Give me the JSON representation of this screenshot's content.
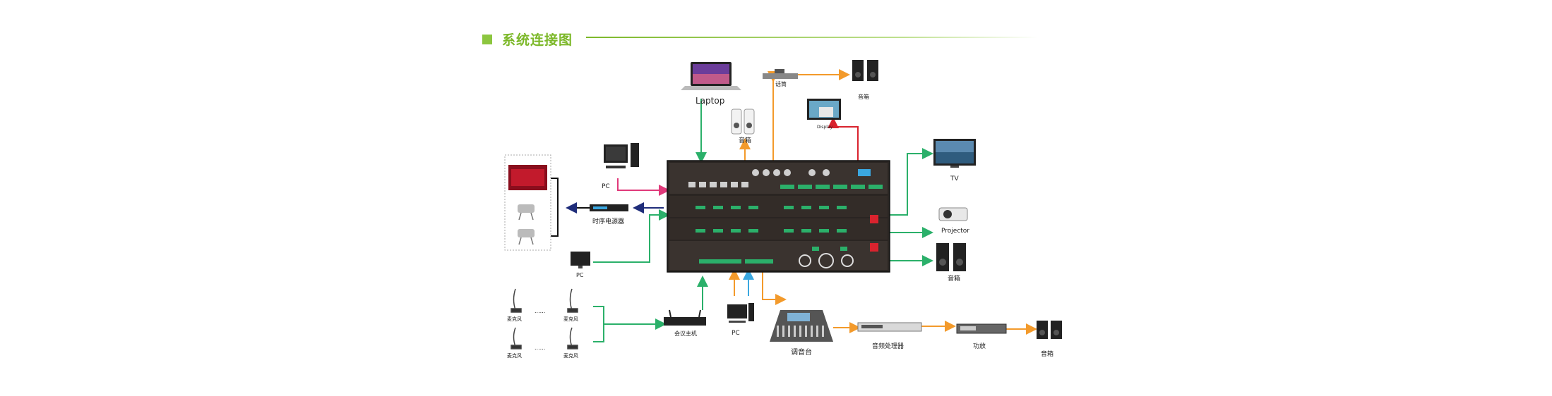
{
  "header": {
    "title": "系统连接图"
  },
  "devices": {
    "laptop": "Laptop",
    "mic_top": "话筒",
    "speaker_top_right": "音箱",
    "speaker_top_center": "音箱",
    "display": "Display",
    "pc_left": "PC",
    "sequencer": "时序电源器",
    "pc_lower_left": "PC",
    "tv": "TV",
    "projector": "Projector",
    "speaker_right": "音箱",
    "mic1": "麦克风",
    "mic2": "麦克风",
    "mic3": "麦克风",
    "mic4": "麦克风",
    "dots1": "......",
    "dots2": "......",
    "conf_host": "会议主机",
    "pc_bottom": "PC",
    "mixer": "调音台",
    "audio_processor": "音频处理器",
    "amplifier": "功放",
    "speaker_bottom": "音箱"
  },
  "colors": {
    "accent": "#8cc63f",
    "green_line": "#2bb06a",
    "orange_line": "#f39a2b",
    "pink_line": "#e0397a",
    "blue_line": "#3aa7e0",
    "navy_line": "#1f2d7a",
    "red_line": "#d9232e",
    "rack": "#2a2522"
  }
}
